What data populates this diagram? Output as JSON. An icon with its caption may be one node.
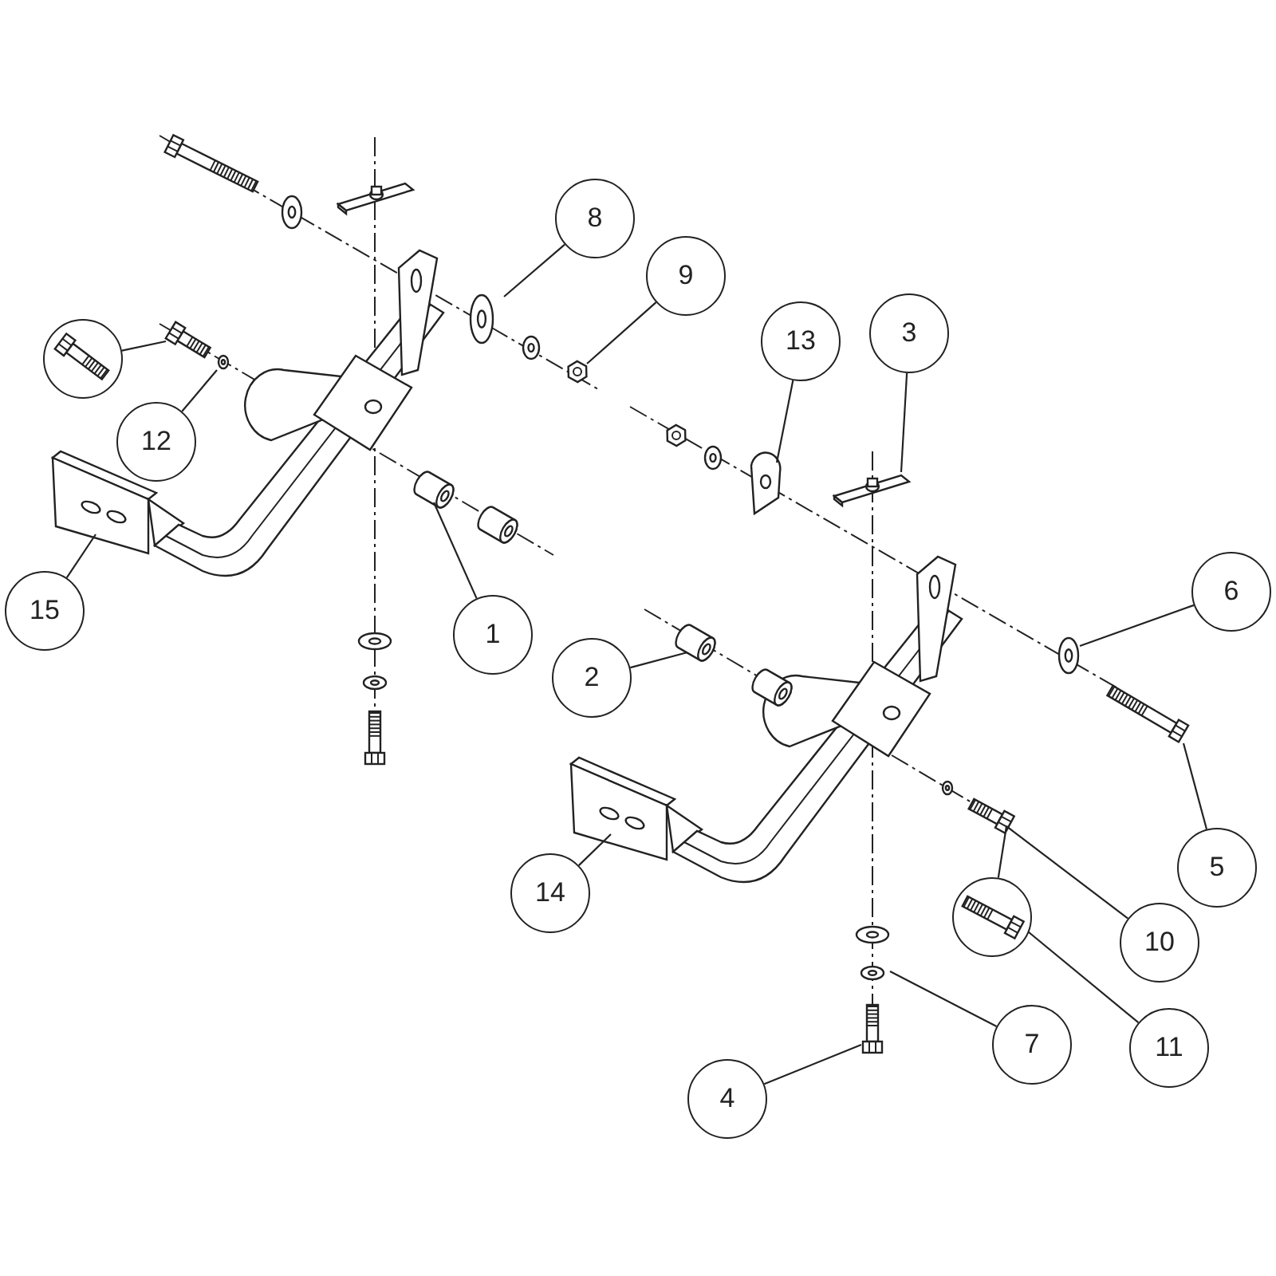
{
  "diagram": {
    "nodes": [
      {
        "text": [
          "8"
        ]
      },
      {
        "text": [
          "9"
        ]
      },
      {
        "text": [
          "3"
        ]
      },
      {
        "text": [
          "13"
        ]
      },
      {
        "text": [],
        "shape": "circle"
      },
      {
        "text": [
          "12"
        ]
      },
      {
        "text": [
          "6"
        ]
      },
      {
        "text": [
          "15"
        ]
      },
      {
        "text": [
          "1"
        ]
      },
      {
        "text": [
          "2"
        ]
      },
      {
        "text": [
          "5"
        ]
      },
      {
        "text": [
          "14"
        ]
      },
      {
        "text": [],
        "shape": "circle"
      },
      {
        "text": [
          "10"
        ]
      },
      {
        "text": [
          "7"
        ]
      },
      {
        "text": [
          "11"
        ]
      },
      {
        "text": [
          "4"
        ]
      },
      {
        "text": [],
        "shape": "picture"
      },
      {
        "text": [],
        "shape": "picture"
      },
      {
        "text": [],
        "shape": "picture"
      },
      {
        "text": [],
        "shape": "picture"
      },
      {
        "text": [],
        "shape": "picture"
      },
      {
        "text": [],
        "shape": "picture"
      },
      {
        "text": [],
        "shape": "picture"
      },
      {
        "text": [],
        "shape": "picture"
      },
      {
        "text": [],
        "shape": "picture"
      },
      {
        "text": [],
        "shape": "picture"
      },
      {
        "text": [],
        "shape": "picture"
      },
      {
        "text": [],
        "shape": "picture"
      },
      {
        "text": [],
        "shape": "picture"
      },
      {
        "text": [],
        "shape": "picture"
      },
      {
        "text": [],
        "shape": "picture",
        "in": 12
      },
      {
        "text": [],
        "shape": "picture"
      }
    ],
    "edges": [
      {
        "from": 0,
        "to": 17,
        "arrow": "none"
      },
      {
        "from": 1,
        "to": 18,
        "arrow": "none"
      },
      {
        "from": 2,
        "to": 19,
        "arrow": "none"
      },
      {
        "from": 3,
        "to": 20,
        "arrow": "none"
      },
      {
        "from": 4,
        "to": 21,
        "arrow": "none"
      },
      {
        "from": 5,
        "to": 22,
        "arrow": "none"
      },
      {
        "from": 6,
        "to": 23,
        "arrow": "none"
      },
      {
        "from": 7,
        "to": 24,
        "arrow": "none"
      },
      {
        "from": 8,
        "to": 25,
        "arrow": "none"
      },
      {
        "from": 9,
        "to": 26,
        "arrow": "none"
      },
      {
        "from": 10,
        "to": 27,
        "arrow": "none"
      },
      {
        "from": 11,
        "to": 28,
        "arrow": "none"
      },
      {
        "from": 12,
        "to": 29,
        "arrow": "none"
      },
      {
        "from": 13,
        "to": 29,
        "arrow": "none"
      },
      {
        "from": 14,
        "to": 30,
        "arrow": "none"
      },
      {
        "from": 15,
        "to": 31,
        "arrow": "none"
      },
      {
        "from": 16,
        "to": 32,
        "arrow": "none"
      }
    ]
  }
}
